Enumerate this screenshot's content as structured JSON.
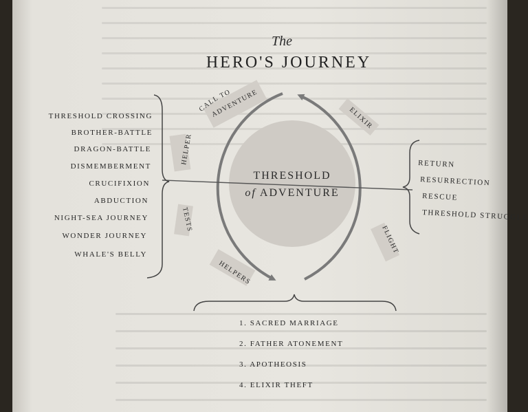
{
  "title": {
    "prefix": "The",
    "main": "HERO'S JOURNEY"
  },
  "center": {
    "line1": "THRESHOLD",
    "line2_italic": "of",
    "line2_rest": "ADVENTURE"
  },
  "arc_labels": {
    "call": [
      "CALL TO",
      "ADVENTURE"
    ],
    "elixir": "ELIXIR",
    "helper": "HELPER",
    "tests": "TESTS",
    "helpers": "HELPERS",
    "flight": "FLIGHT"
  },
  "left_list": [
    "THRESHOLD CROSSING",
    "BROTHER-BATTLE",
    "DRAGON-BATTLE",
    "DISMEMBERMENT",
    "CRUCIFIXION",
    "ABDUCTION",
    "NIGHT-SEA JOURNEY",
    "WONDER JOURNEY",
    "WHALE'S BELLY"
  ],
  "right_list": [
    "RETURN",
    "RESURRECTION",
    "RESCUE",
    "THRESHOLD STRUGGLE"
  ],
  "bottom_list": [
    "1. SACRED MARRIAGE",
    "2. FATHER ATONEMENT",
    "3. APOTHEOSIS",
    "4. ELIXIR THEFT"
  ],
  "colors": {
    "ink": "#262626",
    "arrow": "#7a7a7a",
    "disc": "#cfcbc5",
    "tag": "#d2cec8"
  }
}
